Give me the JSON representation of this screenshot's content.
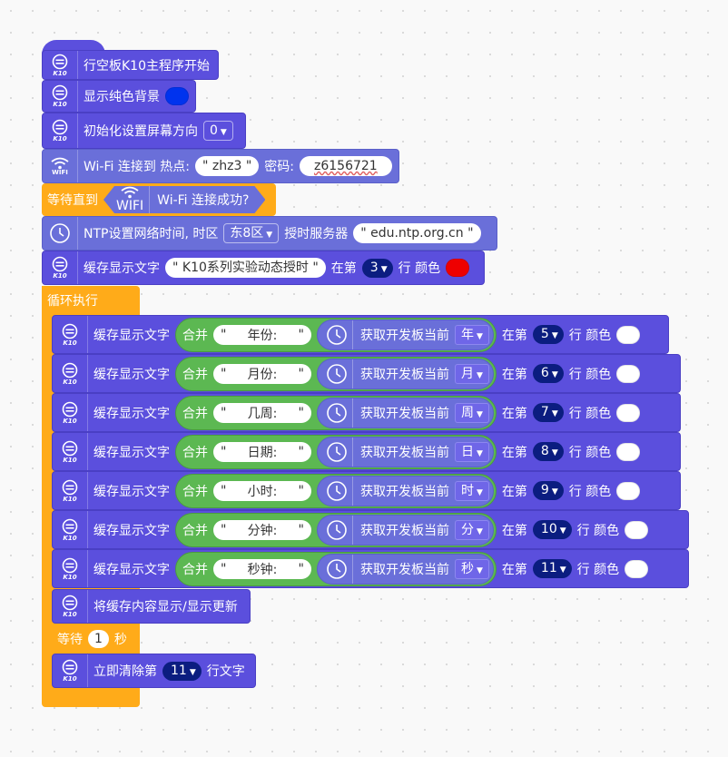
{
  "blocks": {
    "main_start": "行空板K10主程序开始",
    "bg": "显示纯色背景",
    "orient_label": "初始化设置屏幕方向",
    "orient_value": "0",
    "wifi_connect": "Wi-Fi 连接到 热点:",
    "ssid": "\" zhz3 \"",
    "pwd_label": "密码:",
    "pwd": "z6156721",
    "wait_until": "等待直到",
    "wifi_ok": "Wi-Fi 连接成功?",
    "ntp_label": "NTP设置网络时间, 时区",
    "tz": "东8区",
    "server_label": "授时服务器",
    "server": "\" edu.ntp.org.cn \"",
    "cache_label": "缓存显示文字",
    "cache_text": "\" K10系列实验动态授时 \"",
    "row_label": "在第",
    "row_num": "3",
    "color_label": "行 颜色",
    "loop": "循环执行",
    "merge": "合并",
    "get_now": "获取开发板当前",
    "update": "将缓存内容显示/显示更新",
    "wait": "等待",
    "wait_num": "1",
    "sec": "秒",
    "clear_label": "立即清除第",
    "clear_num": "11",
    "clear_suffix": "行文字",
    "wifi_icon_text": "WIFI",
    "k10_icon_text": "K10"
  },
  "rows": [
    {
      "text": "年份:",
      "unit": "年",
      "row": "5"
    },
    {
      "text": "月份:",
      "unit": "月",
      "row": "6"
    },
    {
      "text": "几周:",
      "unit": "周",
      "row": "7"
    },
    {
      "text": "日期:",
      "unit": "日",
      "row": "8"
    },
    {
      "text": "小时:",
      "unit": "时",
      "row": "9"
    },
    {
      "text": "分钟:",
      "unit": "分",
      "row": "10"
    },
    {
      "text": "秒钟:",
      "unit": "秒",
      "row": "11"
    }
  ],
  "colors": {
    "bg_dot": "#0033ee",
    "row3_dot": "#ee0000",
    "row_dot": "#ffffff"
  }
}
